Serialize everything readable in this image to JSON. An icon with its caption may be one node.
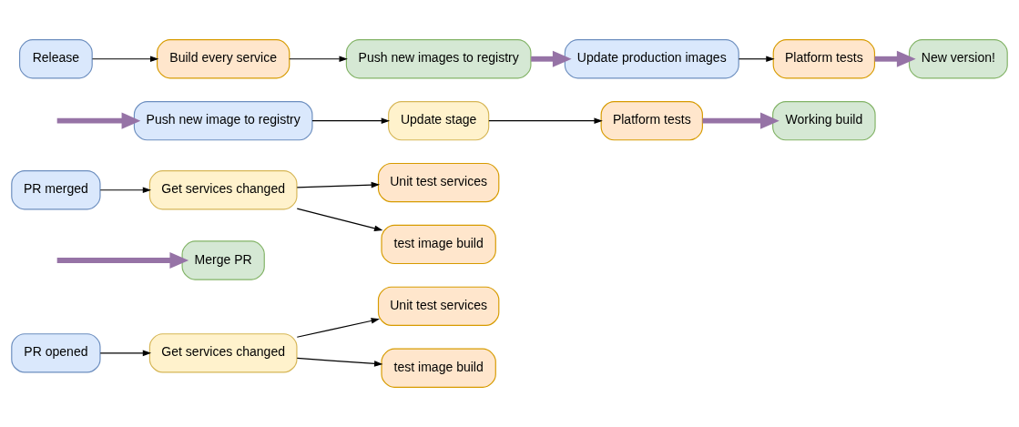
{
  "diagram": {
    "nodes": [
      {
        "text": [
          "PR opened"
        ]
      },
      {
        "text": [
          "Get services changed"
        ]
      },
      {
        "text": [
          "Unit test services"
        ]
      },
      {
        "text": [
          "test image build"
        ]
      },
      {
        "text": [
          "Merge PR"
        ]
      },
      {
        "text": [
          "PR merged"
        ]
      },
      {
        "text": [
          "Get services changed"
        ]
      },
      {
        "text": [
          "Unit test services"
        ]
      },
      {
        "text": [
          "test image build"
        ]
      },
      {
        "text": [
          "Push new image to registry"
        ]
      },
      {
        "text": [
          "Update stage"
        ]
      },
      {
        "text": [
          "Platform tests"
        ]
      },
      {
        "text": [
          "Working build"
        ]
      },
      {
        "text": [
          "Release"
        ]
      },
      {
        "text": [
          "Build every service"
        ]
      },
      {
        "text": [
          "Push new images to registry"
        ]
      },
      {
        "text": [
          "Update production images"
        ]
      },
      {
        "text": [
          "Platform tests"
        ]
      },
      {
        "text": [
          "New version!"
        ]
      }
    ],
    "edges": [
      {
        "from": 0,
        "to": 1,
        "arrow": "to"
      },
      {
        "from": 1,
        "to": 2,
        "arrow": "to"
      },
      {
        "from": 1,
        "to": 3,
        "arrow": "to"
      },
      {
        "from": null,
        "to": 4,
        "arrow": "to",
        "style": "thick",
        "color": "#9673a6"
      },
      {
        "from": 5,
        "to": 6,
        "arrow": "to"
      },
      {
        "from": 6,
        "to": 7,
        "arrow": "to"
      },
      {
        "from": 6,
        "to": 8,
        "arrow": "to"
      },
      {
        "from": null,
        "to": 9,
        "arrow": "to",
        "style": "thick",
        "color": "#9673a6"
      },
      {
        "from": 9,
        "to": 10,
        "arrow": "to"
      },
      {
        "from": 10,
        "to": 11,
        "arrow": "to"
      },
      {
        "from": 11,
        "to": 12,
        "arrow": "to",
        "style": "thick",
        "color": "#9673a6"
      },
      {
        "from": 13,
        "to": 14,
        "arrow": "to"
      },
      {
        "from": 14,
        "to": 15,
        "arrow": "to"
      },
      {
        "from": 15,
        "to": 16,
        "arrow": "to",
        "style": "thick",
        "color": "#9673a6"
      },
      {
        "from": 16,
        "to": 17,
        "arrow": "to"
      },
      {
        "from": 17,
        "to": 18,
        "arrow": "to",
        "style": "thick",
        "color": "#9673a6"
      }
    ]
  }
}
